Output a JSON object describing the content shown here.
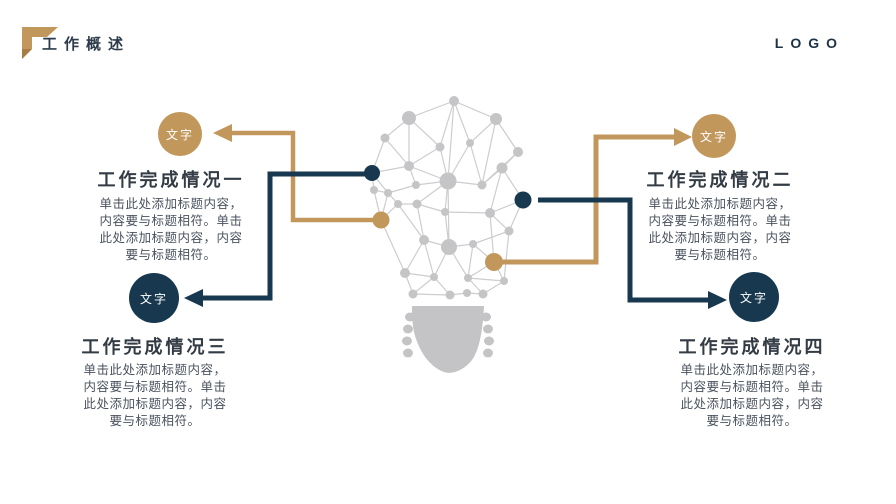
{
  "header": {
    "title": "工作概述",
    "logo": "LOGO"
  },
  "colors": {
    "gold": "#c2975c",
    "navy": "#17384e",
    "heading_text": "#333b44",
    "body_text": "#4a525e",
    "node_gray": "#c5c5c7",
    "line_gray": "#cdcdcf",
    "base_gray": "#c4c4c6"
  },
  "center_graphic": {
    "icon": "lightbulb-network"
  },
  "sections": [
    {
      "badge_label": "文字",
      "accent": "gold",
      "heading": "工作完成情况一",
      "body": "单击此处添加标题内容，内容要与标题相符。单击此处添加标题内容，内容要与标题相符。"
    },
    {
      "badge_label": "文字",
      "accent": "gold",
      "heading": "工作完成情况二",
      "body": "单击此处添加标题内容，内容要与标题相符。单击此处添加标题内容，内容要与标题相符。"
    },
    {
      "badge_label": "文字",
      "accent": "navy",
      "heading": "工作完成情况三",
      "body": "单击此处添加标题内容，内容要与标题相符。单击此处添加标题内容，内容要与标题相符。"
    },
    {
      "badge_label": "文字",
      "accent": "navy",
      "heading": "工作完成情况四",
      "body": "单击此处添加标题内容，内容要与标题相符。单击此处添加标题内容，内容要与标题相符。"
    }
  ]
}
